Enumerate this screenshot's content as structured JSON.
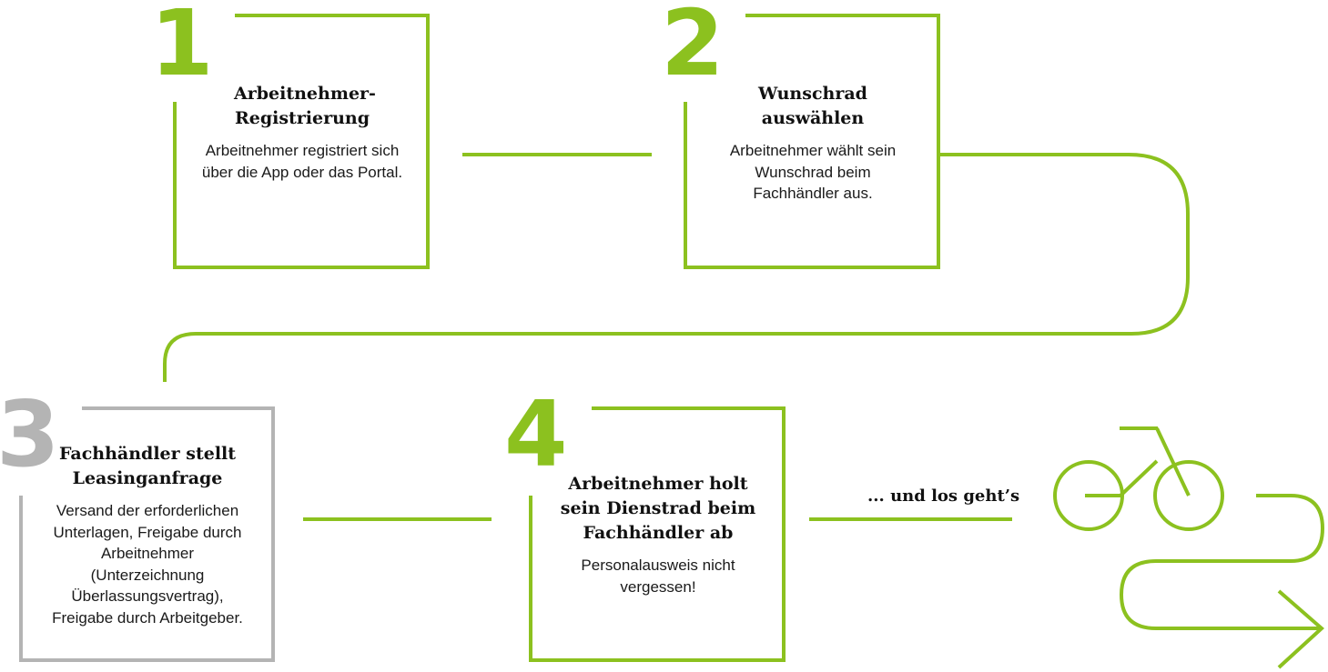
{
  "colors": {
    "accent": "#8cc11f",
    "inactive": "#b4b4b4",
    "text": "#111111"
  },
  "steps": [
    {
      "number": "1",
      "title": "Arbeitnehmer-Registrierung",
      "text": "Arbeitnehmer registriert sich über die App oder das Portal."
    },
    {
      "number": "2",
      "title": "Wunschrad auswählen",
      "text": "Arbeitnehmer wählt sein Wunschrad beim Fachhändler aus."
    },
    {
      "number": "3",
      "title": "Fachhändler stellt Leasinganfrage",
      "text": "Versand der erforderlichen Unterlagen, Freigabe durch Arbeitnehmer (Unterzeichnung Überlassungsvertrag), Freigabe durch Arbeitgeber."
    },
    {
      "number": "4",
      "title": "Arbeitnehmer holt sein Dienstrad beim Fachhändler ab",
      "text": "Personalausweis nicht vergessen!"
    }
  ],
  "tagline": "... und los geht’s",
  "icons": [
    "bicycle-icon",
    "winding-road-arrow-icon"
  ]
}
